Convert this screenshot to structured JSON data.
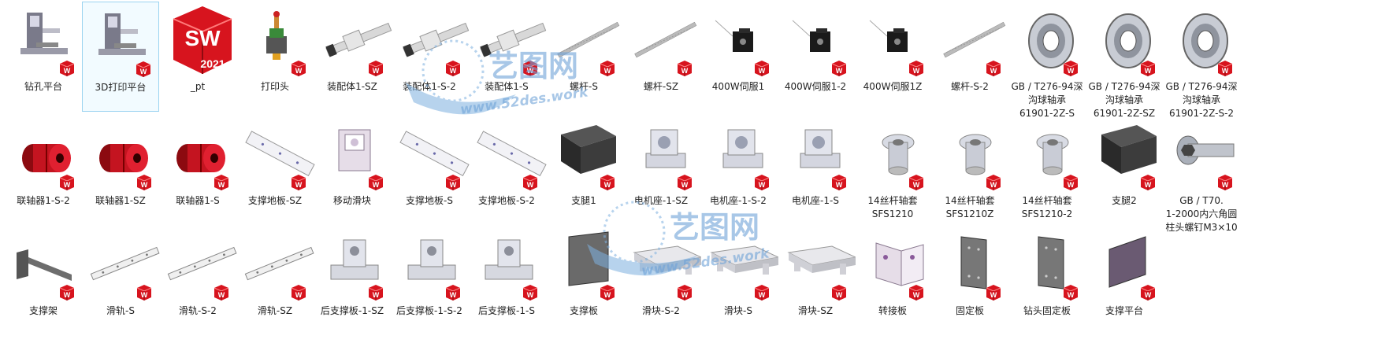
{
  "files": [
    {
      "label": "钻孔平台",
      "icon": "drill-platform-icon",
      "kind": "assembly-gray"
    },
    {
      "label": "3D打印平台",
      "icon": "3d-print-platform-icon",
      "kind": "assembly-gray",
      "selected": true
    },
    {
      "label": "_pt",
      "icon": "solidworks-2021-app-icon",
      "kind": "sw-app",
      "app_text": "SW",
      "app_year": "2021"
    },
    {
      "label": "打印头",
      "icon": "print-head-icon",
      "kind": "printhead"
    },
    {
      "label": "装配体1-SZ",
      "icon": "assembly-rail-icon",
      "kind": "rail-assembly"
    },
    {
      "label": "装配体1-S-2",
      "icon": "assembly-rail-icon",
      "kind": "rail-assembly"
    },
    {
      "label": "装配体1-S",
      "icon": "assembly-rail-icon",
      "kind": "rail-assembly"
    },
    {
      "label": "螺杆-S",
      "icon": "lead-screw-icon",
      "kind": "screw"
    },
    {
      "label": "螺杆-SZ",
      "icon": "lead-screw-icon",
      "kind": "screw"
    },
    {
      "label": "400W伺服1",
      "icon": "servo-motor-icon",
      "kind": "motor"
    },
    {
      "label": "400W伺服1-2",
      "icon": "servo-motor-icon",
      "kind": "motor"
    },
    {
      "label": "400W伺服1Z",
      "icon": "servo-motor-icon",
      "kind": "motor"
    },
    {
      "label": "螺杆-S-2",
      "icon": "lead-screw-icon",
      "kind": "screw"
    },
    {
      "label": "GB / T276-94深\n沟球轴承\n61901-2Z-S",
      "icon": "ball-bearing-icon",
      "kind": "bearing"
    },
    {
      "label": "GB / T276-94深\n沟球轴承\n61901-2Z-SZ",
      "icon": "ball-bearing-icon",
      "kind": "bearing"
    },
    {
      "label": "GB / T276-94深\n沟球轴承\n61901-2Z-S-2",
      "icon": "ball-bearing-icon",
      "kind": "bearing"
    },
    {
      "label": "联轴器1-S-2",
      "icon": "coupling-icon",
      "kind": "coupling"
    },
    {
      "label": "联轴器1-SZ",
      "icon": "coupling-icon",
      "kind": "coupling"
    },
    {
      "label": "联轴器1-S",
      "icon": "coupling-icon",
      "kind": "coupling"
    },
    {
      "label": "支撑地板-SZ",
      "icon": "support-plate-icon",
      "kind": "plate-long"
    },
    {
      "label": "移动滑块",
      "icon": "sliding-block-icon",
      "kind": "slider-block"
    },
    {
      "label": "支撑地板-S",
      "icon": "support-plate-icon",
      "kind": "plate-long"
    },
    {
      "label": "支撑地板-S-2",
      "icon": "support-plate-icon",
      "kind": "plate-long"
    },
    {
      "label": "支腿1",
      "icon": "support-leg-icon",
      "kind": "leg"
    },
    {
      "label": "电机座-1-SZ",
      "icon": "motor-mount-icon",
      "kind": "motor-mount"
    },
    {
      "label": "电机座-1-S-2",
      "icon": "motor-mount-icon",
      "kind": "motor-mount"
    },
    {
      "label": "电机座-1-S",
      "icon": "motor-mount-icon",
      "kind": "motor-mount"
    },
    {
      "label": "14丝杆轴套\nSFS1210",
      "icon": "screw-nut-sleeve-icon",
      "kind": "sleeve"
    },
    {
      "label": "14丝杆轴套\nSFS1210Z",
      "icon": "screw-nut-sleeve-icon",
      "kind": "sleeve"
    },
    {
      "label": "14丝杆轴套\nSFS1210-2",
      "icon": "screw-nut-sleeve-icon",
      "kind": "sleeve"
    },
    {
      "label": "支腿2",
      "icon": "support-leg-icon",
      "kind": "leg"
    },
    {
      "label": "GB / T70.\n1-2000内六角圆\n柱头螺钉M3×10",
      "icon": "hex-socket-screw-icon",
      "kind": "bolt"
    },
    {
      "label": "支撑架",
      "icon": "support-bracket-icon",
      "kind": "bracket"
    },
    {
      "label": "滑轨-S",
      "icon": "slide-rail-icon",
      "kind": "rail"
    },
    {
      "label": "滑轨-S-2",
      "icon": "slide-rail-icon",
      "kind": "rail"
    },
    {
      "label": "滑轨-SZ",
      "icon": "slide-rail-icon",
      "kind": "rail"
    },
    {
      "label": "后支撑板-1-SZ",
      "icon": "rear-support-plate-icon",
      "kind": "rear-support"
    },
    {
      "label": "后支撑板-1-S-2",
      "icon": "rear-support-plate-icon",
      "kind": "rear-support"
    },
    {
      "label": "后支撑板-1-S",
      "icon": "rear-support-plate-icon",
      "kind": "rear-support"
    },
    {
      "label": "支撑板",
      "icon": "support-board-icon",
      "kind": "board-dark"
    },
    {
      "label": "滑块-S-2",
      "icon": "slider-icon",
      "kind": "slider-table"
    },
    {
      "label": "滑块-S",
      "icon": "slider-icon",
      "kind": "slider-table"
    },
    {
      "label": "滑块-SZ",
      "icon": "slider-icon",
      "kind": "slider-table"
    },
    {
      "label": "转接板",
      "icon": "adapter-plate-icon",
      "kind": "adapter"
    },
    {
      "label": "固定板",
      "icon": "fixing-plate-icon",
      "kind": "fix-plate"
    },
    {
      "label": "钻头固定板",
      "icon": "drill-fixing-plate-icon",
      "kind": "fix-plate"
    },
    {
      "label": "支撑平台",
      "icon": "support-platform-icon",
      "kind": "platform-dark"
    }
  ],
  "watermark": {
    "title": "艺图网",
    "url": "www.52des.work"
  },
  "colors": {
    "sw_red": "#d7141e",
    "selection_border": "#9ad3f0",
    "watermark_blue": "#6fa3d8"
  }
}
